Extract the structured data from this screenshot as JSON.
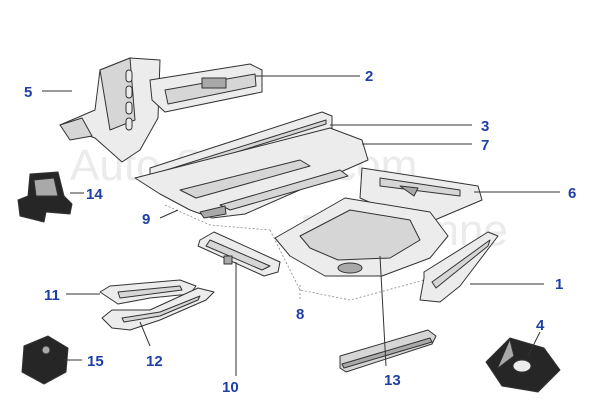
{
  "watermark": {
    "line1": "Auto-Service.com",
    "line2": "Parisienne"
  },
  "callouts": [
    {
      "id": "1",
      "label": "1"
    },
    {
      "id": "2",
      "label": "2"
    },
    {
      "id": "3",
      "label": "3"
    },
    {
      "id": "4",
      "label": "4"
    },
    {
      "id": "5",
      "label": "5"
    },
    {
      "id": "6",
      "label": "6"
    },
    {
      "id": "7",
      "label": "7"
    },
    {
      "id": "8",
      "label": "8"
    },
    {
      "id": "9",
      "label": "9"
    },
    {
      "id": "10",
      "label": "10"
    },
    {
      "id": "11",
      "label": "11"
    },
    {
      "id": "12",
      "label": "12"
    },
    {
      "id": "13",
      "label": "13"
    },
    {
      "id": "14",
      "label": "14"
    },
    {
      "id": "15",
      "label": "15"
    }
  ],
  "colors": {
    "callout_text": "#1f3fa6",
    "leader_line": "#333333",
    "part_fill_light": "#ececec",
    "part_fill_dark": "#262626",
    "watermark": "#ebebeb"
  }
}
